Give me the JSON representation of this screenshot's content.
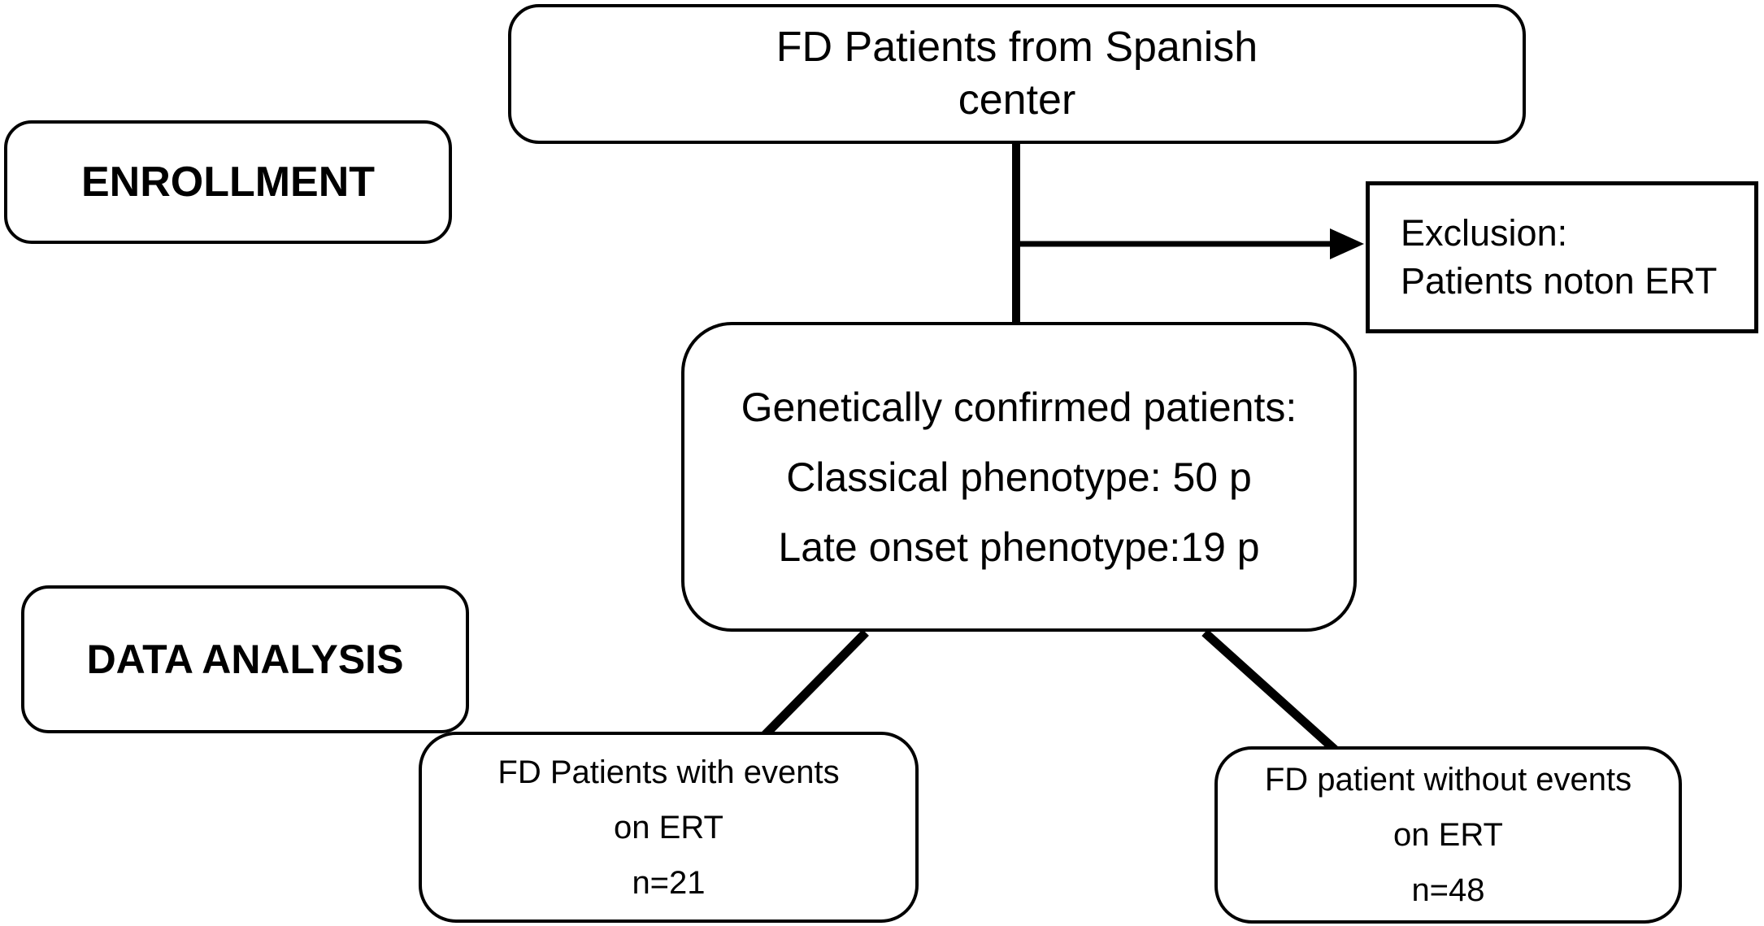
{
  "figure": {
    "background_color": "#ffffff",
    "line_color": "#000000",
    "phases": {
      "enrollment": "ENROLLMENT",
      "data_analysis": "DATA ANALYSIS"
    },
    "nodes": {
      "source": {
        "lines": [
          "FD Patients from Spanish",
          "center"
        ]
      },
      "exclusion": {
        "lines": [
          "Exclusion:",
          "Patients noton ERT"
        ]
      },
      "confirmed": {
        "lines": [
          "Genetically confirmed patients:",
          "Classical phenotype: 50 p",
          "Late onset phenotype:19 p"
        ]
      },
      "with_events": {
        "lines": [
          "FD Patients with events",
          "on ERT",
          "n=21"
        ]
      },
      "without_events": {
        "lines": [
          "FD patient without events",
          "on ERT",
          "n=48"
        ]
      }
    }
  }
}
